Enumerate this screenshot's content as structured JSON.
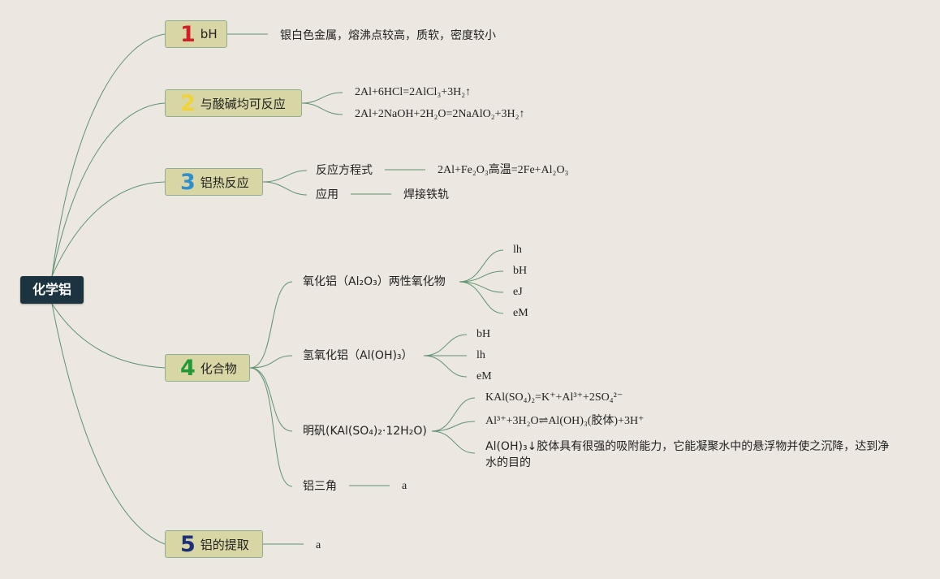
{
  "colors": {
    "background": "#ece8e1",
    "root": "#1c3440",
    "topic": "#d8d6a4",
    "line": "#5d9270"
  },
  "root": {
    "label": "化学铝"
  },
  "topics": [
    {
      "num": "1",
      "num_color": "#d21f2a",
      "label": "bH"
    },
    {
      "num": "2",
      "num_color": "#f0d33a",
      "label": "与酸碱均可反应"
    },
    {
      "num": "3",
      "num_color": "#2b8fd1",
      "label": "铝热反应"
    },
    {
      "num": "4",
      "num_color": "#1f9a36",
      "label": "化合物"
    },
    {
      "num": "5",
      "num_color": "#1b2f7a",
      "label": "铝的提取"
    }
  ],
  "t1": {
    "note": "银白色金属，熔沸点较高，质软，密度较小"
  },
  "t2": {
    "eq1": "2Al+6HCl=2AlCl₃+3H₂↑",
    "eq2": "2Al+2NaOH+2H₂O=2NaAlO₂+3H₂↑"
  },
  "t3": {
    "equation_label": "反应方程式",
    "equation": "2Al+Fe₂O₃高温=2Fe+Al₂O₃",
    "use_label": "应用",
    "use": "焊接铁轨"
  },
  "t4": {
    "oxide": {
      "label": "氧化铝（Al₂O₃）两性氧化物",
      "items": [
        "lh",
        "bH",
        "eJ",
        "eM"
      ]
    },
    "hydroxide": {
      "label": "氢氧化铝（Al(OH)₃）",
      "items": [
        "bH",
        "lh",
        "eM"
      ]
    },
    "alum": {
      "label": "明矾(KAl(SO₄)₂·12H₂O)",
      "items": [
        "KAl(SO₄)₂=K⁺+Al³⁺+2SO₄²⁻",
        "Al³⁺+3H₂O⇌Al(OH)₃(胶体)+3H⁺",
        "Al(OH)₃↓胶体具有很强的吸附能力，它能凝聚水中的悬浮物并使之沉降，达到净水的目的"
      ]
    },
    "triangle": {
      "label": "铝三角",
      "value": "a"
    }
  },
  "t5": {
    "value": "a"
  }
}
